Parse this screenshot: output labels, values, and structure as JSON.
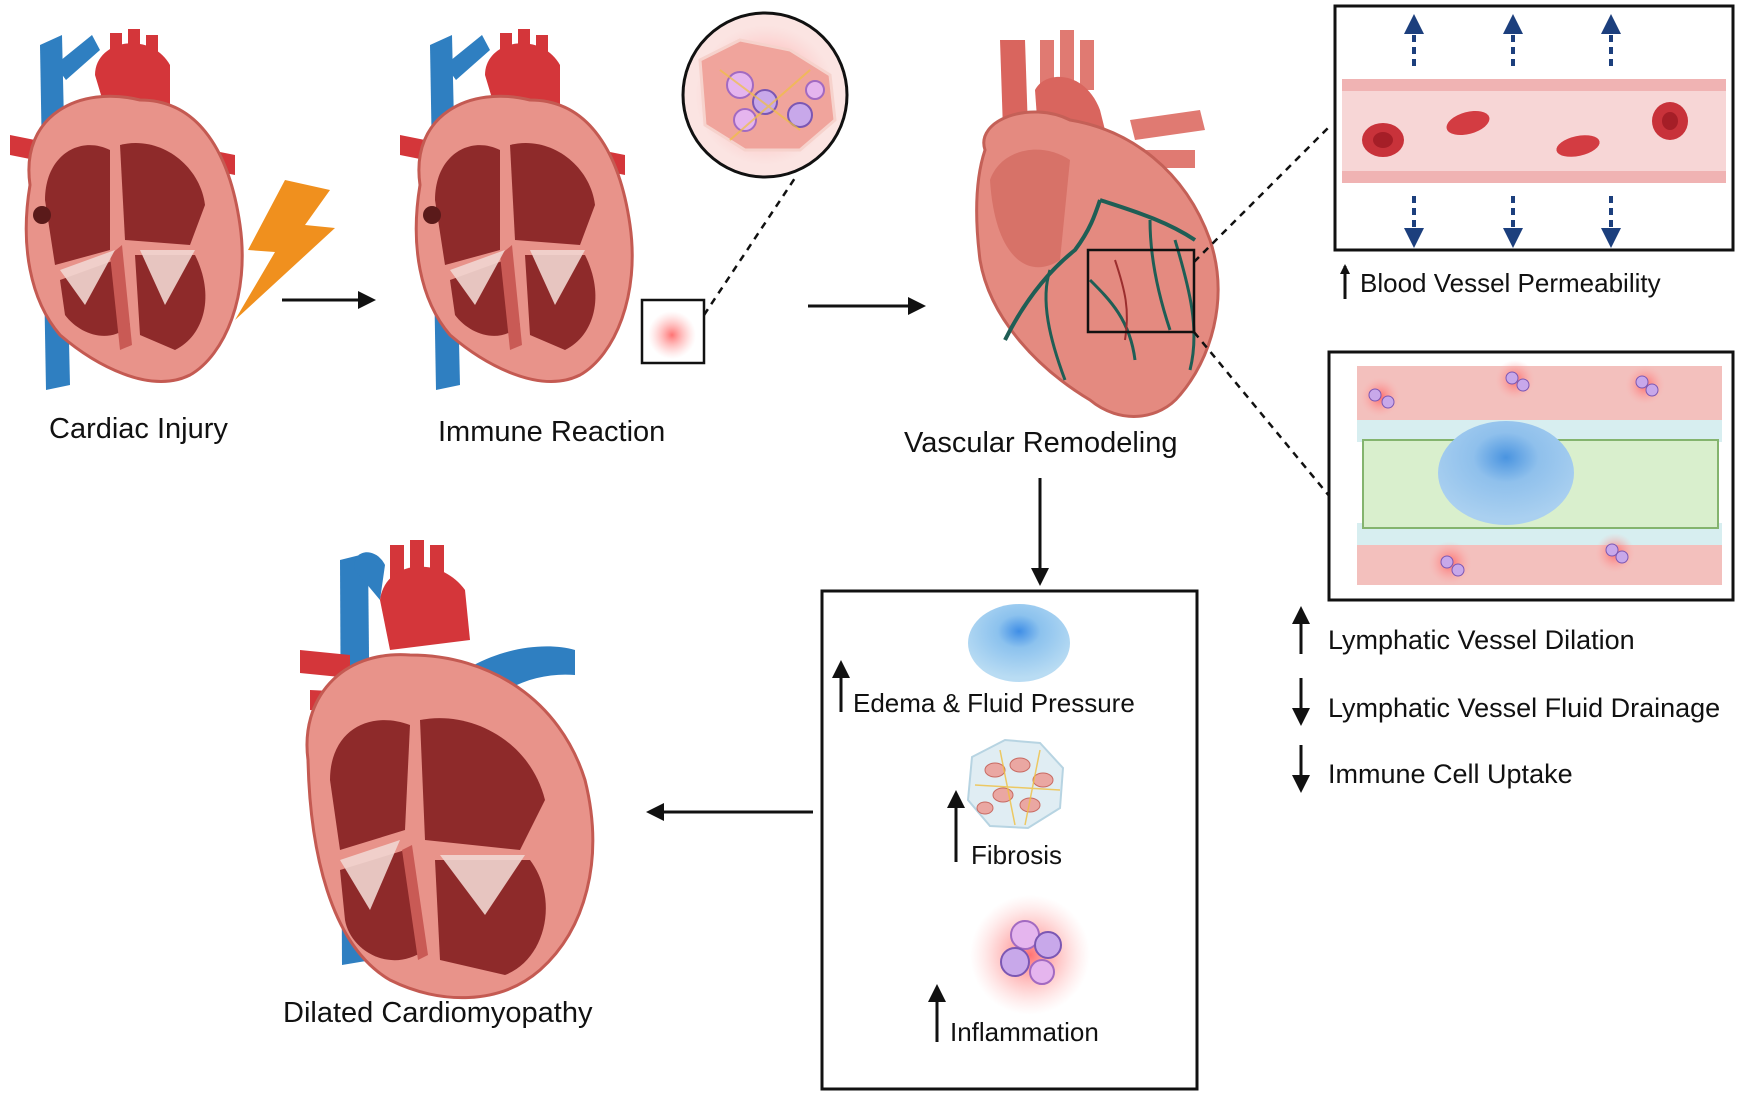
{
  "stages": {
    "cardiac_injury": "Cardiac Injury",
    "immune_reaction": "Immune Reaction",
    "vascular_remodeling": "Vascular Remodeling",
    "dilated_cardiomyopathy": "Dilated Cardiomyopathy"
  },
  "blood_vessel": {
    "label": "Blood Vessel Permeability",
    "direction": "up"
  },
  "lymphatic_effects": [
    {
      "label": "Lymphatic Vessel Dilation",
      "direction": "up"
    },
    {
      "label": "Lymphatic Vessel Fluid Drainage",
      "direction": "down"
    },
    {
      "label": "Immune Cell Uptake",
      "direction": "down"
    }
  ],
  "consequences": [
    {
      "label": "Edema & Fluid Pressure",
      "direction": "up"
    },
    {
      "label": "Fibrosis",
      "direction": "up"
    },
    {
      "label": "Inflammation",
      "direction": "up"
    }
  ],
  "colors": {
    "myocardium": "#c9504b",
    "myocardium_light": "#e8938a",
    "aorta": "#d4363a",
    "vena_cava": "#2f7fc1",
    "coronary": "#1f5e55",
    "lightning": "#f0901e",
    "permeability_arrow": "#1c3f7d",
    "inflammation_glow": "#f26b6b",
    "edema": "#9fcbe8"
  }
}
